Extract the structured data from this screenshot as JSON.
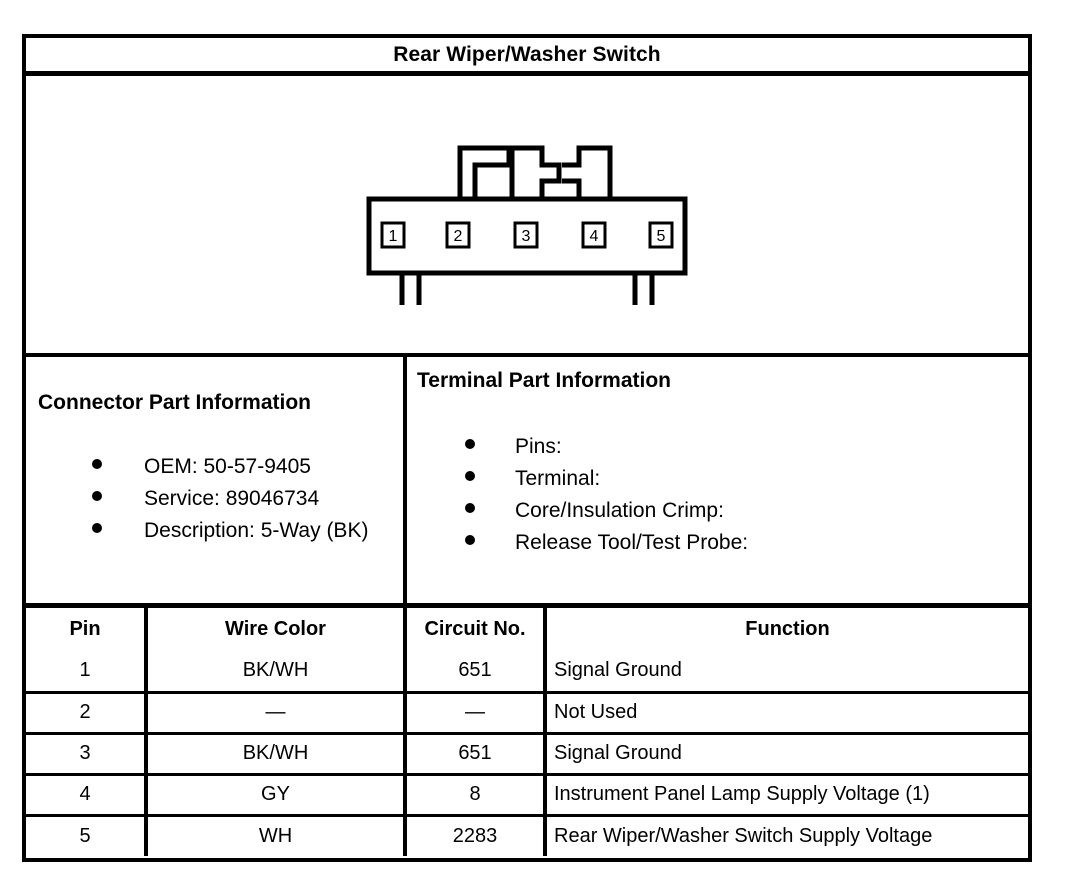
{
  "title": "Rear Wiper/Washer Switch",
  "connector_diagram": {
    "name": "5-way-connector-face-view",
    "pin_labels": [
      "1",
      "2",
      "3",
      "4",
      "5"
    ]
  },
  "connector_part_information": {
    "heading": "Connector Part Information",
    "items": [
      "OEM: 50-57-9405",
      "Service: 89046734",
      "Description: 5-Way (BK)"
    ]
  },
  "terminal_part_information": {
    "heading": "Terminal Part Information",
    "items": [
      "Pins:",
      "Terminal:",
      "Core/Insulation Crimp:",
      "Release Tool/Test Probe:"
    ]
  },
  "pin_table": {
    "headers": [
      "Pin",
      "Wire Color",
      "Circuit No.",
      "Function"
    ],
    "rows": [
      {
        "pin": "1",
        "wire_color": "BK/WH",
        "circuit_no": "651",
        "function": "Signal Ground"
      },
      {
        "pin": "2",
        "wire_color": "—",
        "circuit_no": "—",
        "function": "Not Used"
      },
      {
        "pin": "3",
        "wire_color": "BK/WH",
        "circuit_no": "651",
        "function": "Signal Ground"
      },
      {
        "pin": "4",
        "wire_color": "GY",
        "circuit_no": "8",
        "function": "Instrument Panel Lamp Supply Voltage (1)"
      },
      {
        "pin": "5",
        "wire_color": "WH",
        "circuit_no": "2283",
        "function": "Rear Wiper/Washer Switch Supply Voltage"
      }
    ]
  },
  "colors": {
    "ink": "#000000",
    "paper": "#ffffff"
  }
}
